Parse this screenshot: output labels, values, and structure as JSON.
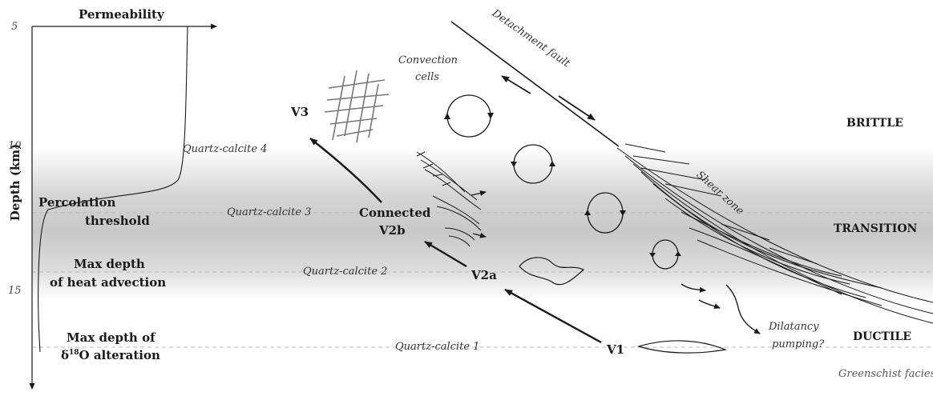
{
  "axes": {
    "x_label": "Permeability",
    "y_label": "Depth (km)",
    "depth_ticks": [
      "5",
      "10",
      "15"
    ]
  },
  "left_labels": {
    "percolation_threshold": [
      "Percolation",
      "threshold"
    ],
    "max_depth_heat": [
      "Max depth",
      "of heat advection"
    ],
    "max_depth_o18": [
      "Max depth of",
      "δ",
      "18",
      "O alteration"
    ]
  },
  "quartz_calcite": [
    "Quartz-calcite 4",
    "Quartz-calcite 3",
    "Quartz-calcite 2",
    "Quartz-calcite 1"
  ],
  "veins": {
    "v3": "V3",
    "connected": "Connected",
    "v2b": "V2b",
    "v2a": "V2a",
    "v1": "V1"
  },
  "features": {
    "convection_cells": [
      "Convection",
      "cells"
    ],
    "detachment_fault": "Detachment fault",
    "shear_zone": "Shear zone",
    "dilatancy_pumping": [
      "Dilatancy",
      "pumping?"
    ]
  },
  "regimes": [
    "BRITTLE",
    "TRANSITION",
    "DUCTILE"
  ],
  "facies": "Greenschist facies",
  "colors": {
    "transition_band": "#d0d0d0",
    "ink": "#1a1a1a",
    "dashed_lines": "#bbbbbb",
    "fracture_mesh": "#777777"
  }
}
